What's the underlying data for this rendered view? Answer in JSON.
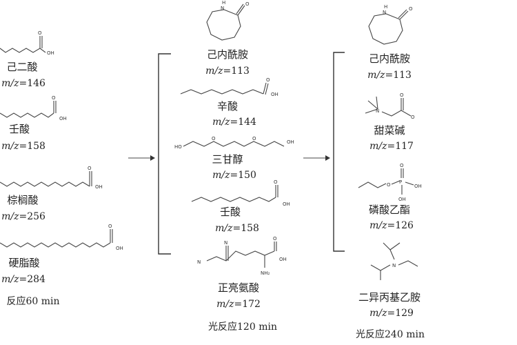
{
  "columns": [
    {
      "compounds": [
        {
          "name": "己二酸",
          "mz": "146"
        },
        {
          "name": "壬酸",
          "mz": "158"
        },
        {
          "name": "棕榈酸",
          "mz": "256"
        },
        {
          "name": "硬脂酸",
          "mz": "284"
        }
      ],
      "time": "反应60 min"
    },
    {
      "compounds": [
        {
          "name": "己内酰胺",
          "mz": "113"
        },
        {
          "name": "辛酸",
          "mz": "144"
        },
        {
          "name": "三甘醇",
          "mz": "150"
        },
        {
          "name": "壬酸",
          "mz": "158"
        },
        {
          "name": "正亮氨酸",
          "mz": "172"
        }
      ],
      "time": "光反应120 min"
    },
    {
      "compounds": [
        {
          "name": "己内酰胺",
          "mz": "113"
        },
        {
          "name": "甜菜碱",
          "mz": "117"
        },
        {
          "name": "磷酸乙酯",
          "mz": "126"
        },
        {
          "name": "二异丙基乙胺",
          "mz": "129"
        }
      ],
      "time": "光反应240 min"
    }
  ],
  "mz_prefix": "m/z=",
  "atom_labels": {
    "N": "N",
    "O": "O",
    "OH": "OH",
    "HO": "HO",
    "NH2": "NH₂",
    "P": "P",
    "H": "H"
  }
}
